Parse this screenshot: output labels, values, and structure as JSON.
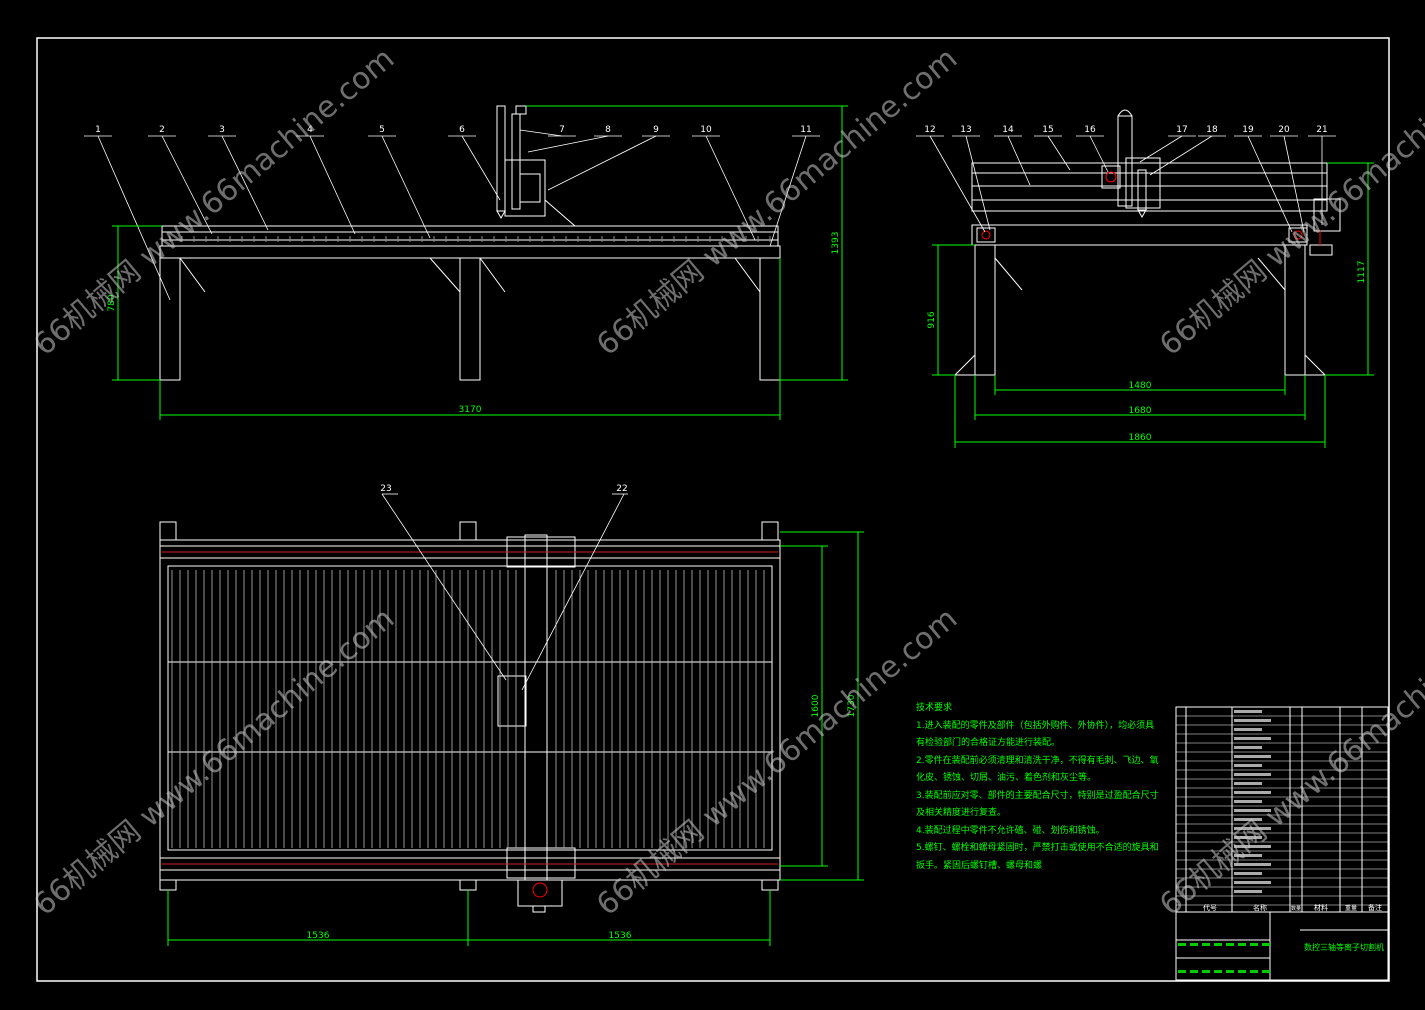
{
  "watermark": {
    "text": "66机械网 www.66machine.com"
  },
  "front_view": {
    "balloons": [
      "1",
      "2",
      "3",
      "4",
      "5",
      "6",
      "7",
      "8",
      "9",
      "10",
      "11"
    ],
    "dim_length": "3170",
    "dim_table_height": "780",
    "dim_total_height": "1393"
  },
  "side_view": {
    "balloons": [
      "12",
      "13",
      "14",
      "15",
      "16",
      "17",
      "18",
      "19",
      "20",
      "21"
    ],
    "dim_height_table": "916",
    "dim_height_total": "1117",
    "dim_width_1": "1480",
    "dim_width_2": "1680",
    "dim_width_3": "1860"
  },
  "top_view": {
    "balloons": [
      "23",
      "22"
    ],
    "dim_left": "1536",
    "dim_right": "1536",
    "dim_depth_inner": "1600",
    "dim_depth_outer": "1730"
  },
  "tech_notes": {
    "title": "技术要求",
    "lines": [
      "1.进入装配的零件及部件（包括外购件、外协件），均必须具",
      "有检验部门的合格证方能进行装配。",
      "2.零件在装配前必须清理和清洗干净，不得有毛刺、飞边、氧",
      "化皮、锈蚀、切屑、油污、着色剂和灰尘等。",
      "3.装配前应对零、部件的主要配合尺寸，特别是过盈配合尺寸",
      "及相关精度进行复查。",
      "4.装配过程中零件不允许磕、碰、划伤和锈蚀。",
      "5.螺钉、螺栓和螺母紧固时，严禁打击或使用不合适的旋具和",
      "扳手。紧固后螺钉槽、螺母和螺"
    ]
  },
  "title_block": {
    "col_code": "代号",
    "col_name": "名称",
    "col_qty": "数量",
    "col_material": "材料",
    "col_weight": "重量",
    "col_note": "备注",
    "drawing_title": "数控三轴等离子切割机"
  }
}
